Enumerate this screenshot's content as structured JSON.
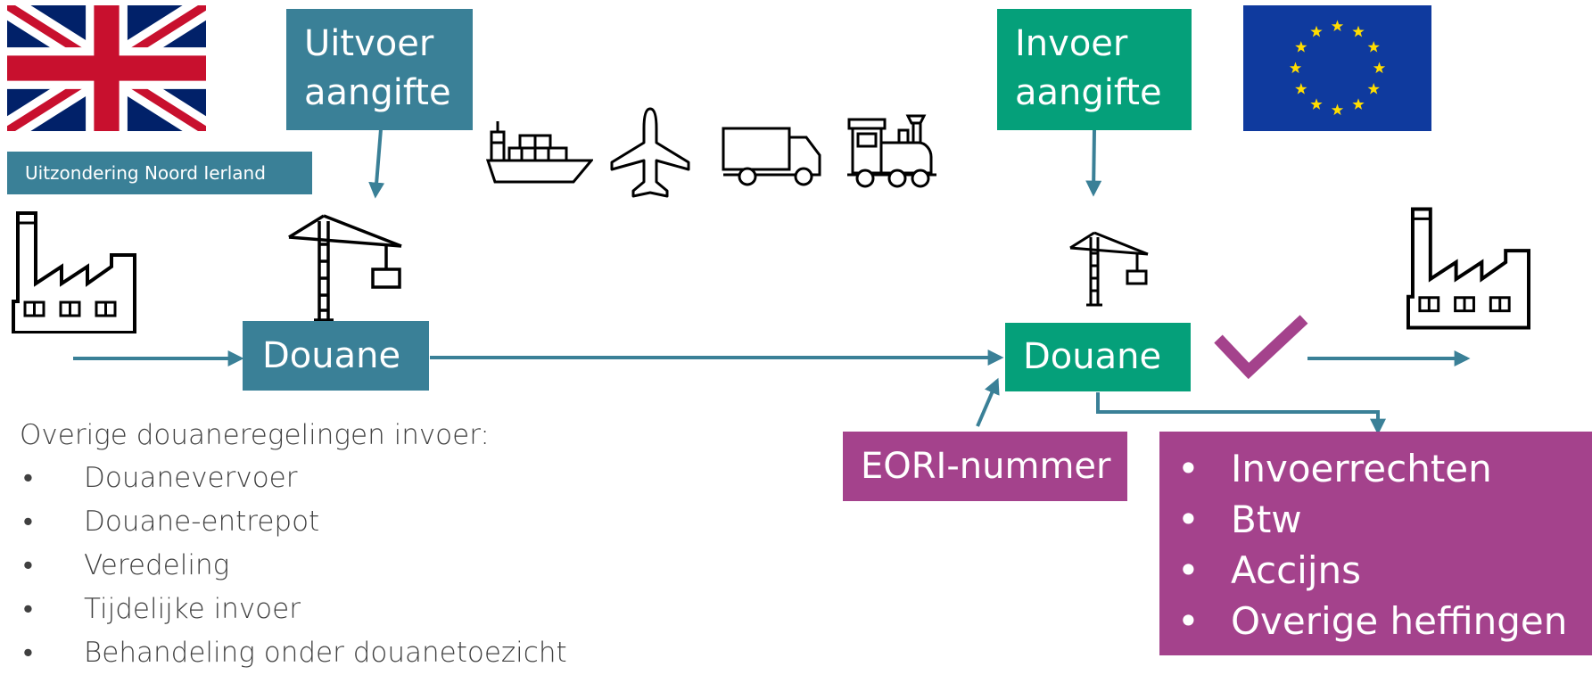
{
  "left": {
    "flag": "union-jack",
    "exception_label": "Uitzondering Noord Ierland",
    "declaration_label": [
      "Uitvoer",
      "aangifte"
    ],
    "customs_label": "Douane",
    "other_regimes_title": "Overige douaneregelingen invoer:",
    "other_regimes": [
      "Douanevervoer",
      "Douane-entrepot",
      "Veredeling",
      "Tijdelijke invoer",
      "Behandeling onder douanetoezicht"
    ]
  },
  "transport": [
    "ship-icon",
    "airplane-icon",
    "truck-icon",
    "train-icon"
  ],
  "right": {
    "flag": "eu-flag",
    "declaration_label": [
      "Invoer",
      "aangifte"
    ],
    "customs_label": "Douane",
    "eori_label": "EORI-nummer",
    "duties": [
      "Invoerrechten",
      "Btw",
      "Accijns",
      "Overige heffingen"
    ]
  },
  "colors": {
    "teal": "#3a8097",
    "green": "#05a07a",
    "purple": "#a4428c"
  }
}
